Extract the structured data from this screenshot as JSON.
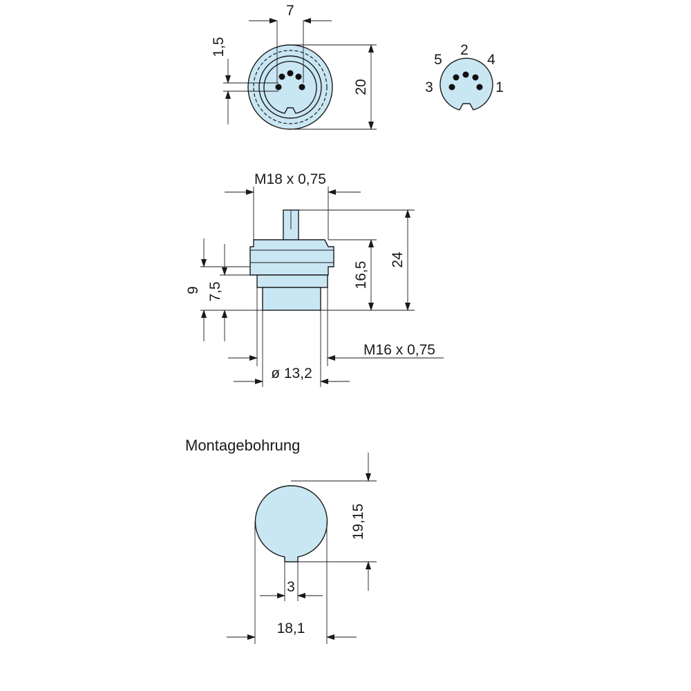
{
  "front_view": {
    "width_label": "7",
    "offset_label": "1,5",
    "diameter_label": "20"
  },
  "pinout": {
    "pins": [
      "1",
      "2",
      "3",
      "4",
      "5"
    ]
  },
  "side_view": {
    "thread_top_label": "M18 x 0,75",
    "total_height_label": "24",
    "body_height_label": "16,5",
    "height_9_label": "9",
    "height_75_label": "7,5",
    "thread_bottom_label": "M16 x 0,75",
    "bore_diameter_label": "ø 13,2"
  },
  "mounting_hole": {
    "title": "Montagebohrung",
    "height_label": "19,15",
    "slot_label": "3",
    "width_label": "18,1"
  },
  "colors": {
    "fill": "#c9e6f3",
    "line": "#1a1a1a"
  }
}
